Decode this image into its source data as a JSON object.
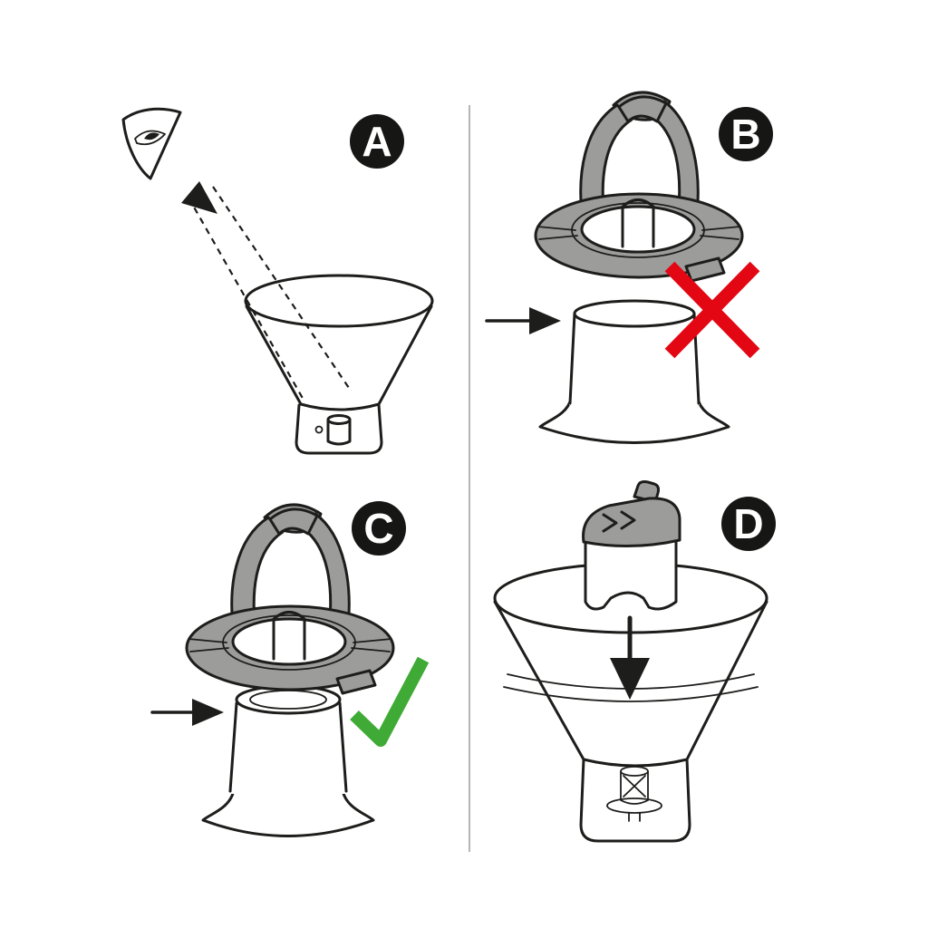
{
  "panels": [
    {
      "label": "A",
      "icons": [
        "eye-icon",
        "view-arrowhead-icon",
        "sight-lines",
        "funnel-outline"
      ]
    },
    {
      "label": "B",
      "icons": [
        "adapter-ring",
        "filter-cartridge",
        "arrow-right-icon",
        "cross-icon"
      ]
    },
    {
      "label": "C",
      "icons": [
        "adapter-ring",
        "filter-cartridge",
        "arrow-right-icon",
        "check-icon"
      ]
    },
    {
      "label": "D",
      "icons": [
        "filter-cartridge-small",
        "jug-funnel",
        "arrow-down-icon",
        "valve-detail"
      ]
    }
  ],
  "colors": {
    "outline": "#1d1d1b",
    "surface": "#ffffff",
    "adapter_gray": "#9c9c9b",
    "cross_red": "#e30613",
    "check_green": "#3faa35",
    "badge_bg": "#161615",
    "badge_text": "#ffffff",
    "divider": "#b5b5b5"
  }
}
